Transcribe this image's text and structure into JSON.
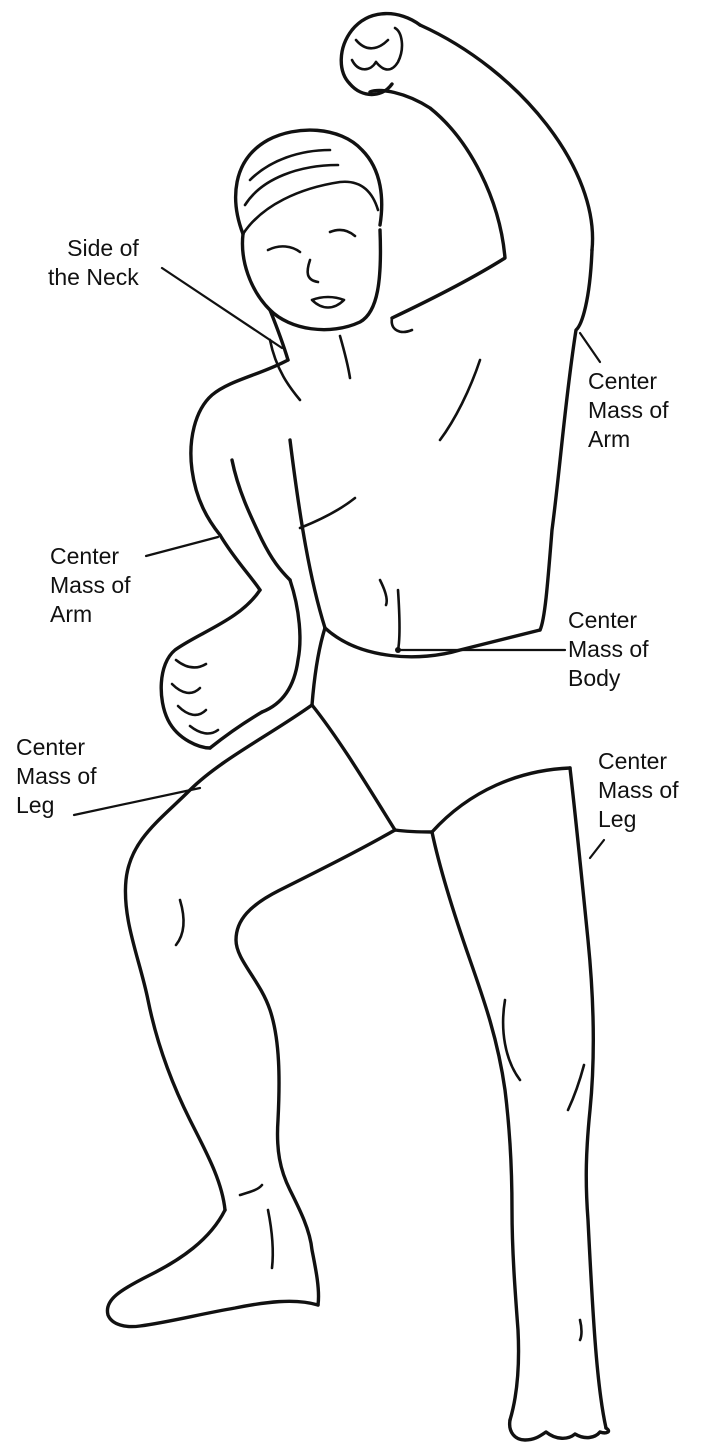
{
  "diagram": {
    "labels": {
      "side_of_neck": {
        "line1": "Side of",
        "line2": "the Neck"
      },
      "arm_right_side": {
        "line1": "Center",
        "line2": "Mass of",
        "line3": "Arm"
      },
      "arm_left_side": {
        "line1": "Center",
        "line2": "Mass of",
        "line3": "Arm"
      },
      "body": {
        "line1": "Center",
        "line2": "Mass of",
        "line3": "Body"
      },
      "leg_left_side": {
        "line1": "Center",
        "line2": "Mass of",
        "line3": "Leg"
      },
      "leg_right_side": {
        "line1": "Center",
        "line2": "Mass of",
        "line3": "Leg"
      }
    },
    "colors": {
      "ink": "#111111",
      "paper": "#ffffff"
    }
  }
}
